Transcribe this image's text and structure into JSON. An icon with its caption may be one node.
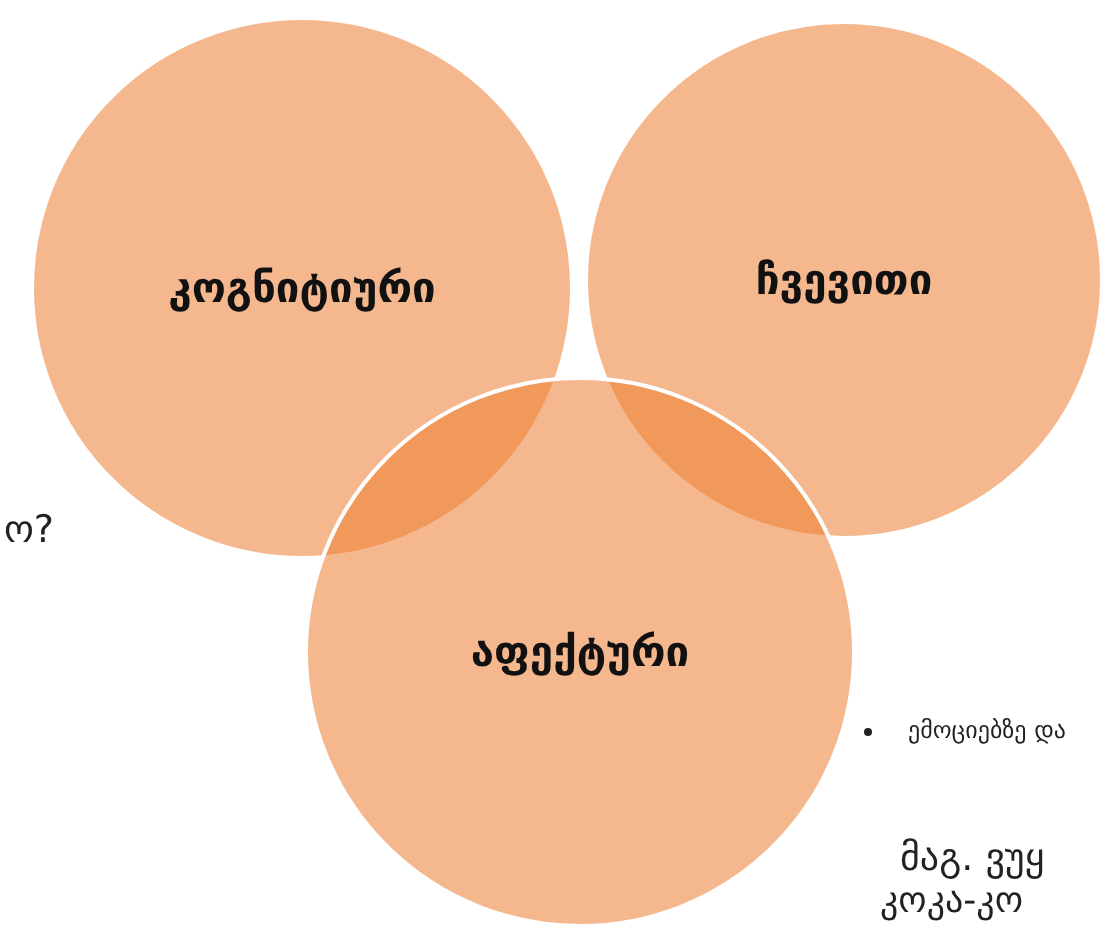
{
  "diagram": {
    "nodes": [
      {
        "text": [
          "კოგნიტიური"
        ]
      },
      {
        "text": [
          "ჩვევითი"
        ]
      },
      {
        "text": [
          "აფექტური"
        ]
      }
    ],
    "labels": [
      "ო?",
      "ემოციებზე და",
      "მაგ. ვუყ",
      "კოკა-კო"
    ]
  }
}
